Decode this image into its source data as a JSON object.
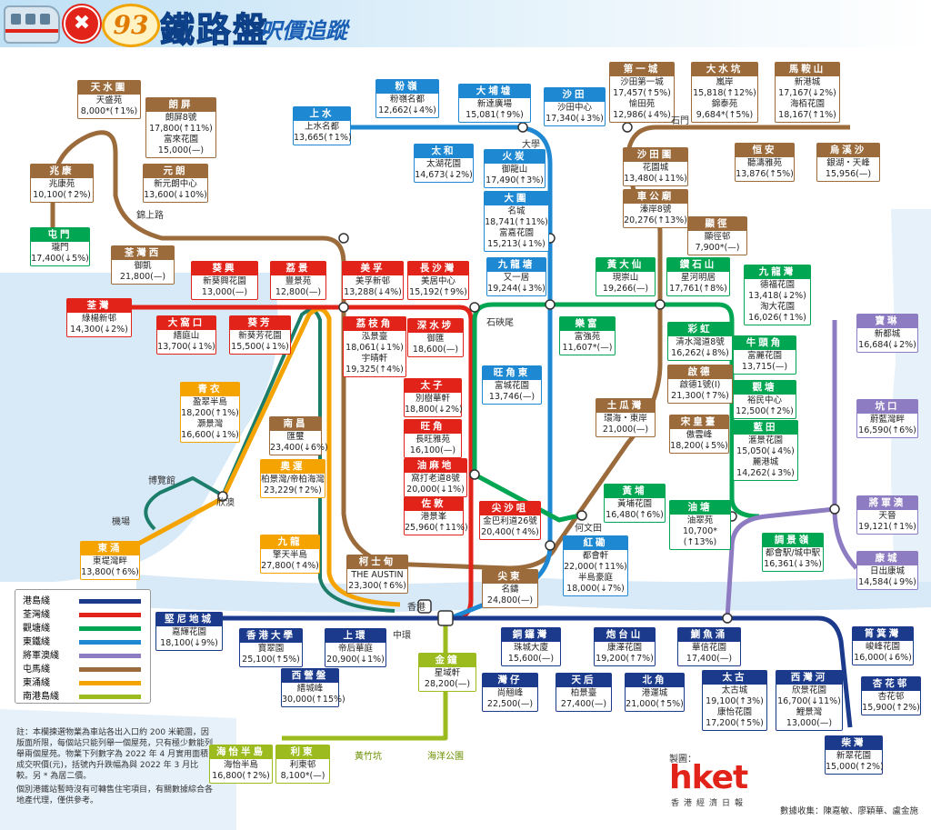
{
  "header": {
    "badge": "93",
    "title": "鐵路盤",
    "subtitle": "呎價追蹤",
    "logo": "✖"
  },
  "line_colors": {
    "island": "#1b3a8c",
    "tw": "#e2231a",
    "kt": "#00a651",
    "east": "#1e88d2",
    "tko": "#8e7cc3",
    "tm": "#9c6b3c",
    "tc": "#f5a300",
    "si": "#9bbb1e"
  },
  "stations": [
    {
      "name": "天水圍",
      "line": "tm",
      "estates": [
        {
          "name": "天盛苑",
          "price": "8,000*(↑1%)"
        }
      ]
    },
    {
      "name": "朗屏",
      "line": "tm",
      "estates": [
        {
          "name": "朗屏8號",
          "price": "17,800(↑11%)"
        },
        {
          "name": "富來花園",
          "price": "15,000(—)"
        }
      ]
    },
    {
      "name": "兆康",
      "line": "tm",
      "estates": [
        {
          "name": "兆康苑",
          "price": "10,100(↑2%)"
        }
      ]
    },
    {
      "name": "元朗",
      "line": "tm",
      "estates": [
        {
          "name": "新元朗中心",
          "price": "13,600(↓10%)"
        }
      ]
    },
    {
      "name": "屯門",
      "line": "kt",
      "estates": [
        {
          "name": "瓏門",
          "price": "17,400(↓5%)"
        }
      ]
    },
    {
      "name": "荃灣西",
      "line": "tm",
      "estates": [
        {
          "name": "御凱",
          "price": "21,800(—)"
        }
      ]
    },
    {
      "name": "粉嶺",
      "line": "east",
      "estates": [
        {
          "name": "粉嶺名都",
          "price": "12,662(↓4%)"
        }
      ]
    },
    {
      "name": "大埔墟",
      "line": "east",
      "estates": [
        {
          "name": "新達廣場",
          "price": "15,081(↑9%)"
        }
      ]
    },
    {
      "name": "上水",
      "line": "east",
      "estates": [
        {
          "name": "上水名都",
          "price": "13,665(↑1%)"
        }
      ]
    },
    {
      "name": "太和",
      "line": "east",
      "estates": [
        {
          "name": "太湖花園",
          "price": "14,673(↓2%)"
        }
      ]
    },
    {
      "name": "沙田",
      "line": "east",
      "estates": [
        {
          "name": "沙田中心",
          "price": "17,340(↓3%)"
        }
      ]
    },
    {
      "name": "火炭",
      "line": "east",
      "estates": [
        {
          "name": "御龍山",
          "price": "17,490(↑3%)"
        }
      ]
    },
    {
      "name": "大圍",
      "line": "east",
      "estates": [
        {
          "name": "名城",
          "price": "18,741(↑11%)"
        },
        {
          "name": "富嘉花園",
          "price": "15,213(↓1%)"
        }
      ]
    },
    {
      "name": "第一城",
      "line": "tm",
      "estates": [
        {
          "name": "沙田第一城",
          "price": "17,457(↑5%)"
        },
        {
          "name": "愉田苑",
          "price": "12,986(↓4%)"
        }
      ]
    },
    {
      "name": "大水坑",
      "line": "tm",
      "estates": [
        {
          "name": "嵐岸",
          "price": "15,818(↑12%)"
        },
        {
          "name": "錦泰苑",
          "price": "9,684*(↑5%)"
        }
      ]
    },
    {
      "name": "馬鞍山",
      "line": "tm",
      "estates": [
        {
          "name": "新港城",
          "price": "17,167(↓2%)"
        },
        {
          "name": "海栢花園",
          "price": "18,167(↑1%)"
        }
      ]
    },
    {
      "name": "沙田圍",
      "line": "tm",
      "estates": [
        {
          "name": "花園城",
          "price": "13,480(↓11%)"
        }
      ]
    },
    {
      "name": "車公廟",
      "line": "tm",
      "estates": [
        {
          "name": "溱岸8號",
          "price": "20,276(↑13%)"
        }
      ]
    },
    {
      "name": "恒安",
      "line": "tm",
      "estates": [
        {
          "name": "聽濤雅苑",
          "price": "13,876(↑5%)"
        }
      ]
    },
    {
      "name": "烏溪沙",
      "line": "tm",
      "estates": [
        {
          "name": "銀湖・天峰",
          "price": "15,956(—)"
        }
      ]
    },
    {
      "name": "顯徑",
      "line": "tm",
      "estates": [
        {
          "name": "顯徑邨",
          "price": "7,900*(—)"
        }
      ]
    },
    {
      "name": "荃灣",
      "line": "tw",
      "estates": [
        {
          "name": "綠楊新邨",
          "price": "14,300(↓2%)"
        }
      ]
    },
    {
      "name": "葵興",
      "line": "tw",
      "estates": [
        {
          "name": "新葵興花園",
          "price": "13,000(—)"
        }
      ]
    },
    {
      "name": "荔景",
      "line": "tw",
      "estates": [
        {
          "name": "豐景苑",
          "price": "12,800(—)"
        }
      ]
    },
    {
      "name": "美孚",
      "line": "tw",
      "estates": [
        {
          "name": "美孚新邨",
          "price": "13,288(↓4%)"
        }
      ]
    },
    {
      "name": "長沙灣",
      "line": "tw",
      "estates": [
        {
          "name": "美居中心",
          "price": "15,192(↑9%)"
        }
      ]
    },
    {
      "name": "九龍塘",
      "line": "east",
      "estates": [
        {
          "name": "又一居",
          "price": "19,244(↓3%)"
        }
      ]
    },
    {
      "name": "黃大仙",
      "line": "kt",
      "estates": [
        {
          "name": "現崇山",
          "price": "19,266(—)"
        }
      ]
    },
    {
      "name": "鑽石山",
      "line": "kt",
      "estates": [
        {
          "name": "星河明居",
          "price": "17,761(↑8%)"
        }
      ]
    },
    {
      "name": "九龍灣",
      "line": "kt",
      "estates": [
        {
          "name": "德福花園",
          "price": "13,418(↓2%)"
        },
        {
          "name": "淘大花園",
          "price": "16,026(↑1%)"
        }
      ]
    },
    {
      "name": "大窩口",
      "line": "tw",
      "estates": [
        {
          "name": "縉庭山",
          "price": "13,700(↓1%)"
        }
      ]
    },
    {
      "name": "葵芳",
      "line": "tw",
      "estates": [
        {
          "name": "新葵芳花園",
          "price": "15,500(↓1%)"
        }
      ]
    },
    {
      "name": "荔枝角",
      "line": "tw",
      "estates": [
        {
          "name": "泓景臺",
          "price": "18,061(↓1%)"
        },
        {
          "name": "宇晴軒",
          "price": "19,325(↑4%)"
        }
      ]
    },
    {
      "name": "深水埗",
      "line": "tw",
      "estates": [
        {
          "name": "御匯",
          "price": "18,600(—)"
        }
      ]
    },
    {
      "name": "樂富",
      "line": "kt",
      "estates": [
        {
          "name": "富強苑",
          "price": "11,607*(—)"
        }
      ]
    },
    {
      "name": "彩虹",
      "line": "kt",
      "estates": [
        {
          "name": "清水灣道8號",
          "price": "16,262(↓8%)"
        }
      ]
    },
    {
      "name": "牛頭角",
      "line": "kt",
      "estates": [
        {
          "name": "富麗花園",
          "price": "13,715(—)"
        }
      ]
    },
    {
      "name": "啟德",
      "line": "tm",
      "estates": [
        {
          "name": "啟德1號(I)",
          "price": "21,300(↑7%)"
        }
      ]
    },
    {
      "name": "觀塘",
      "line": "kt",
      "estates": [
        {
          "name": "裕民中心",
          "price": "12,500(↑2%)"
        }
      ]
    },
    {
      "name": "寶琳",
      "line": "tko",
      "estates": [
        {
          "name": "新都城",
          "price": "16,684(↓2%)"
        }
      ]
    },
    {
      "name": "坑口",
      "line": "tko",
      "estates": [
        {
          "name": "蔚藍灣畔",
          "price": "16,590(↑6%)"
        }
      ]
    },
    {
      "name": "旺角東",
      "line": "east",
      "estates": [
        {
          "name": "富城花園",
          "price": "13,746(—)"
        }
      ]
    },
    {
      "name": "太子",
      "line": "tw",
      "estates": [
        {
          "name": "別樹華軒",
          "price": "18,800(↓2%)"
        }
      ]
    },
    {
      "name": "旺角",
      "line": "tw",
      "estates": [
        {
          "name": "長旺雅苑",
          "price": "16,100(—)"
        }
      ]
    },
    {
      "name": "油麻地",
      "line": "tw",
      "estates": [
        {
          "name": "窩打老道8號",
          "price": "20,000(↓1%)"
        }
      ]
    },
    {
      "name": "佐敦",
      "line": "tw",
      "estates": [
        {
          "name": "港景峯",
          "price": "25,960(↑11%)"
        }
      ]
    },
    {
      "name": "土瓜灣",
      "line": "tm",
      "estates": [
        {
          "name": "環海・東岸",
          "price": "21,000(—)"
        }
      ]
    },
    {
      "name": "宋皇臺",
      "line": "tm",
      "estates": [
        {
          "name": "傲雲峰",
          "price": "18,200(↓5%)"
        }
      ]
    },
    {
      "name": "藍田",
      "line": "kt",
      "estates": [
        {
          "name": "滙景花園",
          "price": "15,050(↓4%)"
        },
        {
          "name": "麗港城",
          "price": "14,262(↓3%)"
        }
      ]
    },
    {
      "name": "青衣",
      "line": "tc",
      "estates": [
        {
          "name": "盈翠半島",
          "price": "18,200(↑1%)"
        },
        {
          "name": "灝景灣",
          "price": "16,600(↓1%)"
        }
      ]
    },
    {
      "name": "南昌",
      "line": "tm",
      "estates": [
        {
          "name": "匯璽",
          "price": "23,400(↓6%)"
        }
      ]
    },
    {
      "name": "奧運",
      "line": "tc",
      "estates": [
        {
          "name": "柏景灣/帝柏海灣",
          "price": "23,229(↑2%)"
        }
      ]
    },
    {
      "name": "黃埔",
      "line": "kt",
      "estates": [
        {
          "name": "黃埔花園",
          "price": "16,480(↑6%)"
        }
      ]
    },
    {
      "name": "尖沙咀",
      "line": "tw",
      "estates": [
        {
          "name": "金巴利道26號",
          "price": "20,400(↑4%)"
        }
      ]
    },
    {
      "name": "紅磡",
      "line": "east",
      "estates": [
        {
          "name": "都會軒",
          "price": "22,000(↑11%)"
        },
        {
          "name": "半島豪庭",
          "price": "18,000(↓7%)"
        }
      ]
    },
    {
      "name": "油塘",
      "line": "kt",
      "estates": [
        {
          "name": "油翠苑",
          "price": "10,700*(↑13%)"
        }
      ]
    },
    {
      "name": "將軍澳",
      "line": "tko",
      "estates": [
        {
          "name": "天晉",
          "price": "19,121(↑1%)"
        }
      ]
    },
    {
      "name": "調景嶺",
      "line": "kt",
      "estates": [
        {
          "name": "都會駅/城中駅",
          "price": "16,361(↓3%)"
        }
      ]
    },
    {
      "name": "康城",
      "line": "tko",
      "estates": [
        {
          "name": "日出康城",
          "price": "14,584(↓9%)"
        }
      ]
    },
    {
      "name": "東涌",
      "line": "tc",
      "estates": [
        {
          "name": "東堤灣畔",
          "price": "13,800(↑6%)"
        }
      ]
    },
    {
      "name": "九龍",
      "line": "tc",
      "estates": [
        {
          "name": "擎天半島",
          "price": "27,800(↑4%)"
        }
      ]
    },
    {
      "name": "柯士甸",
      "line": "tm",
      "estates": [
        {
          "name": "THE AUSTIN",
          "price": "23,300(↑6%)"
        }
      ]
    },
    {
      "name": "尖東",
      "line": "tm",
      "estates": [
        {
          "name": "名鑄",
          "price": "24,800(—)"
        }
      ]
    },
    {
      "name": "堅尼地城",
      "line": "island",
      "estates": [
        {
          "name": "嘉輝花園",
          "price": "18,100(↓9%)"
        }
      ]
    },
    {
      "name": "香港大學",
      "line": "island",
      "estates": [
        {
          "name": "寶翠園",
          "price": "25,100(↑5%)"
        }
      ]
    },
    {
      "name": "上環",
      "line": "island",
      "estates": [
        {
          "name": "帝后華庭",
          "price": "20,900(↓1%)"
        }
      ]
    },
    {
      "name": "西營盤",
      "line": "island",
      "estates": [
        {
          "name": "縉城峰",
          "price": "30,000(↑15%)"
        }
      ]
    },
    {
      "name": "金鐘",
      "line": "si",
      "estates": [
        {
          "name": "星域軒",
          "price": "28,200(—)"
        }
      ]
    },
    {
      "name": "銅鑼灣",
      "line": "island",
      "estates": [
        {
          "name": "珠城大廈",
          "price": "15,600(—)"
        }
      ]
    },
    {
      "name": "灣仔",
      "line": "island",
      "estates": [
        {
          "name": "尚翹峰",
          "price": "22,500(—)"
        }
      ]
    },
    {
      "name": "炮台山",
      "line": "island",
      "estates": [
        {
          "name": "康澤花園",
          "price": "19,200(↑7%)"
        }
      ]
    },
    {
      "name": "天后",
      "line": "island",
      "estates": [
        {
          "name": "柏景臺",
          "price": "27,400(—)"
        }
      ]
    },
    {
      "name": "北角",
      "line": "island",
      "estates": [
        {
          "name": "港運城",
          "price": "21,000(↑5%)"
        }
      ]
    },
    {
      "name": "鰂魚涌",
      "line": "island",
      "estates": [
        {
          "name": "華信花園",
          "price": "17,400(—)"
        }
      ]
    },
    {
      "name": "太古",
      "line": "island",
      "estates": [
        {
          "name": "太古城",
          "price": "19,100(↑3%)"
        },
        {
          "name": "康怡花園",
          "price": "17,200(↑5%)"
        }
      ]
    },
    {
      "name": "西灣河",
      "line": "island",
      "estates": [
        {
          "name": "欣景花園",
          "price": "16,700(↓11%)"
        },
        {
          "name": "鯉景灣",
          "price": "13,000(—)"
        }
      ]
    },
    {
      "name": "筲箕灣",
      "line": "island",
      "estates": [
        {
          "name": "峻峰花園",
          "price": "16,000(↓6%)"
        }
      ]
    },
    {
      "name": "杏花邨",
      "line": "island",
      "estates": [
        {
          "name": "杏花邨",
          "price": "15,900(↑2%)"
        }
      ]
    },
    {
      "name": "柴灣",
      "line": "island",
      "estates": [
        {
          "name": "新翠花園",
          "price": "15,000(↑2%)"
        }
      ]
    },
    {
      "name": "海怡半島",
      "line": "si",
      "estates": [
        {
          "name": "海怡半島",
          "price": "16,800(↑2%)"
        }
      ]
    },
    {
      "name": "利東",
      "line": "si",
      "estates": [
        {
          "name": "利東邨",
          "price": "8,100*(—)"
        }
      ]
    }
  ],
  "map_labels": [
    "錦上路",
    "大學",
    "石門",
    "石硤尾",
    "何文田",
    "博覽館",
    "機場",
    "欣澳",
    "香港",
    "中環",
    "黃竹坑",
    "海洋公園"
  ],
  "legend": [
    {
      "name": "港島綫",
      "color": "#1b3a8c"
    },
    {
      "name": "荃灣綫",
      "color": "#e2231a"
    },
    {
      "name": "觀塘綫",
      "color": "#00a651"
    },
    {
      "name": "東鐵綫",
      "color": "#1e88d2"
    },
    {
      "name": "將軍澳綫",
      "color": "#8e7cc3"
    },
    {
      "name": "屯馬綫",
      "color": "#9c6b3c"
    },
    {
      "name": "東涌綫",
      "color": "#f5a300"
    },
    {
      "name": "南港島綫",
      "color": "#9bbb1e"
    }
  ],
  "notes": [
    "註：本欄揀選物業為車站各出入口約 200 米範圍，因版面所限，每個站只能列舉一個屋苑，只有極少數能列舉兩個屋苑。物業下列數字為 2022 年 4 月實用面積成交呎價(元)，括號內升跌幅為與 2022 年 3 月比較。另 * 為居二價。",
    "個別港鐵站暫時沒有可轉售住宅項目，有關數據綜合各地產代理，僅供參考。"
  ],
  "credit": {
    "made_by": "製圖：",
    "brand": "hket",
    "brand_sub": "香港經濟日報",
    "data_collection": "數據收集：陳嘉敏、廖穎華、盧金施"
  }
}
